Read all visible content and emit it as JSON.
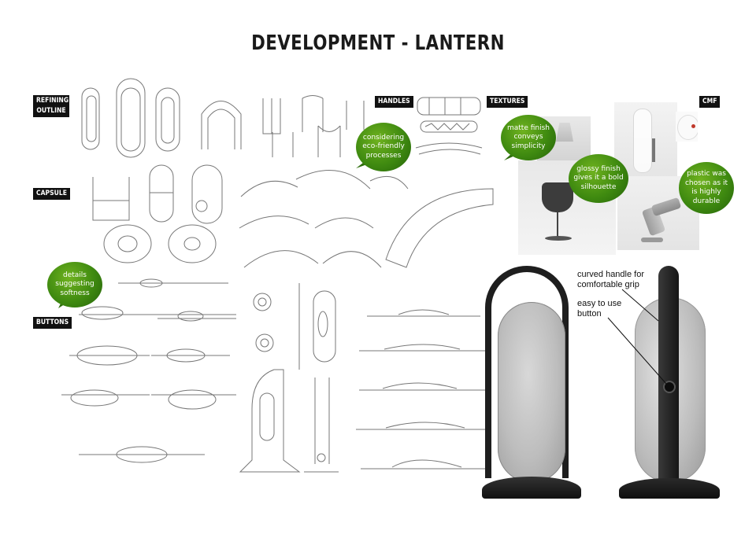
{
  "title": "DEVELOPMENT - LANTERN",
  "labels": {
    "refining_outline": "REFINING OUTLINE",
    "capsule": "CAPSULE",
    "buttons": "BUTTONS",
    "handles": "HANDLES",
    "textures": "TEXTURES",
    "cmf": "CMF"
  },
  "bubbles": {
    "eco": "considering eco-friendly processes",
    "softness": "details suggesting softness",
    "matte": "matte finish conveys simplicity",
    "glossy": "glossy finish gives it a bold silhouette",
    "plastic": "plastic was chosen as it is highly durable"
  },
  "annotations": {
    "handle": "curved handle for comfortable grip",
    "button": "easy to use button"
  },
  "colors": {
    "bubble_green": "#3f8a10",
    "label_bg": "#111111",
    "handle_black": "#1c1c1c",
    "capsule_grey": "#bdbdbd"
  }
}
